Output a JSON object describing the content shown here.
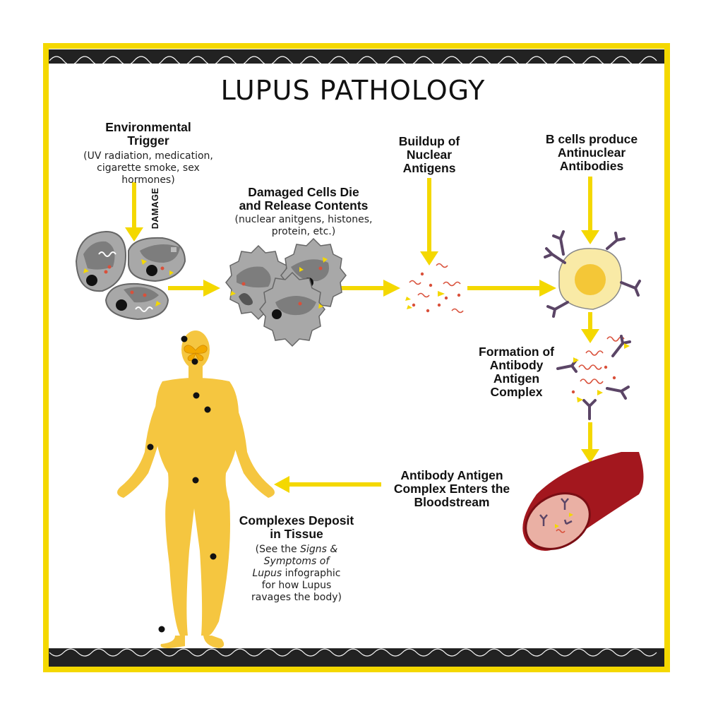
{
  "title": "LUPUS PATHOLOGY",
  "steps": {
    "trigger": {
      "title_line1": "Environmental",
      "title_line2": "Trigger",
      "detail_line1": "(UV radiation, medication,",
      "detail_line2": "cigarette smoke, sex hormones)"
    },
    "damage_label": "DAMAGE",
    "cells_die": {
      "title_line1": "Damaged Cells Die",
      "title_line2": "and Release Contents",
      "detail_line1": "(nuclear anitgens, histones,",
      "detail_line2": "protein, etc.)"
    },
    "buildup": {
      "line1": "Buildup of",
      "line2": "Nuclear",
      "line3": "Antigens"
    },
    "b_cells": {
      "line1": "B cells produce",
      "line2": "Antinuclear",
      "line3": "Antibodies"
    },
    "formation": {
      "line1": "Formation of",
      "line2": "Antibody",
      "line3": "Antigen",
      "line4": "Complex"
    },
    "bloodstream": {
      "line1": "Antibody Antigen",
      "line2": "Complex Enters the",
      "line3": "Bloodstream"
    },
    "deposit": {
      "title_line1": "Complexes Deposit",
      "title_line2": "in Tissue",
      "ref_pre": "(See the ",
      "ref_italic1": "Signs &",
      "ref_italic2": "Symptoms of",
      "ref_italic3": "Lupus",
      "ref_post3": " infographic",
      "ref_line4": "for how Lupus",
      "ref_line5": "ravages the body)"
    }
  },
  "colors": {
    "frame": "#f4d800",
    "arrow": "#f4d800",
    "cell_body": "#a8a8a8",
    "cell_outline": "#666666",
    "nucleus": "#7d7d7d",
    "b_cell": "#f9eaa6",
    "antibody": "#5b4566",
    "antigen_red": "#d9503a",
    "body_figure": "#f5c640",
    "vessel": "#a3171e",
    "vessel_inner": "#eab0a4"
  },
  "icons": [
    "cell-icon",
    "b-cell-icon",
    "antibody-icon",
    "butterfly-icon",
    "blood-vessel-icon",
    "human-figure-icon"
  ]
}
